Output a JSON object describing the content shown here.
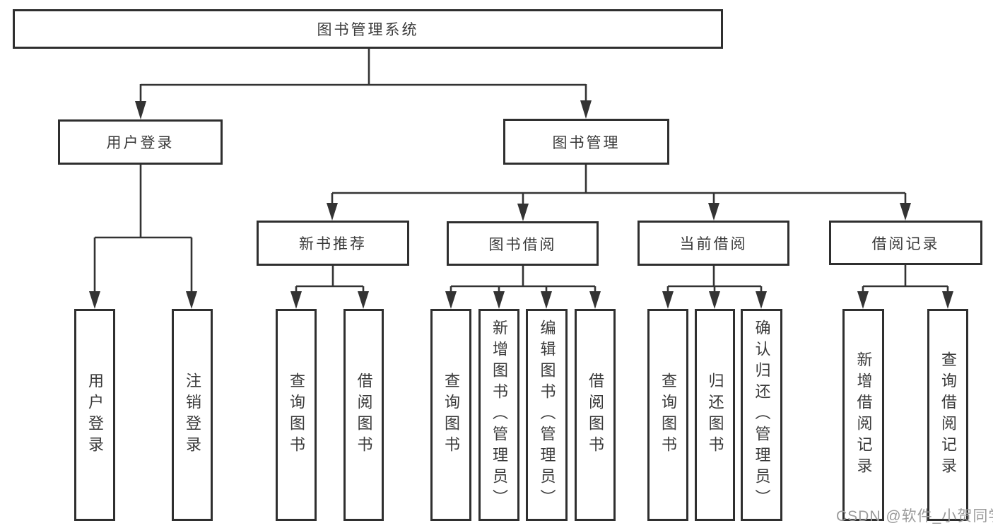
{
  "diagram_type": "hierarchy-tree",
  "tree": {
    "label": "图书管理系统",
    "children": [
      {
        "label": "用户登录",
        "children": [
          {
            "label": "用户登录"
          },
          {
            "label": "注销登录"
          }
        ]
      },
      {
        "label": "图书管理",
        "children": [
          {
            "label": "新书推荐",
            "children": [
              {
                "label": "查询图书"
              },
              {
                "label": "借阅图书"
              }
            ]
          },
          {
            "label": "图书借阅",
            "children": [
              {
                "label": "查询图书"
              },
              {
                "label": "新增图书（管理员）"
              },
              {
                "label": "编辑图书（管理员）"
              },
              {
                "label": "借阅图书"
              }
            ]
          },
          {
            "label": "当前借阅",
            "children": [
              {
                "label": "查询图书"
              },
              {
                "label": "归还图书"
              },
              {
                "label": "确认归还（管理员）"
              }
            ]
          },
          {
            "label": "借阅记录",
            "children": [
              {
                "label": "新增借阅记录"
              },
              {
                "label": "查询借阅记录"
              }
            ]
          }
        ]
      }
    ]
  },
  "watermark": {
    "text": "CSDN @软件_小贺同学"
  },
  "colors": {
    "box_border": "#2f2f2f",
    "connector_line": "#333333",
    "text": "#3a3a3a",
    "watermark_text": "#9b9b9b",
    "background": "#ffffff"
  }
}
